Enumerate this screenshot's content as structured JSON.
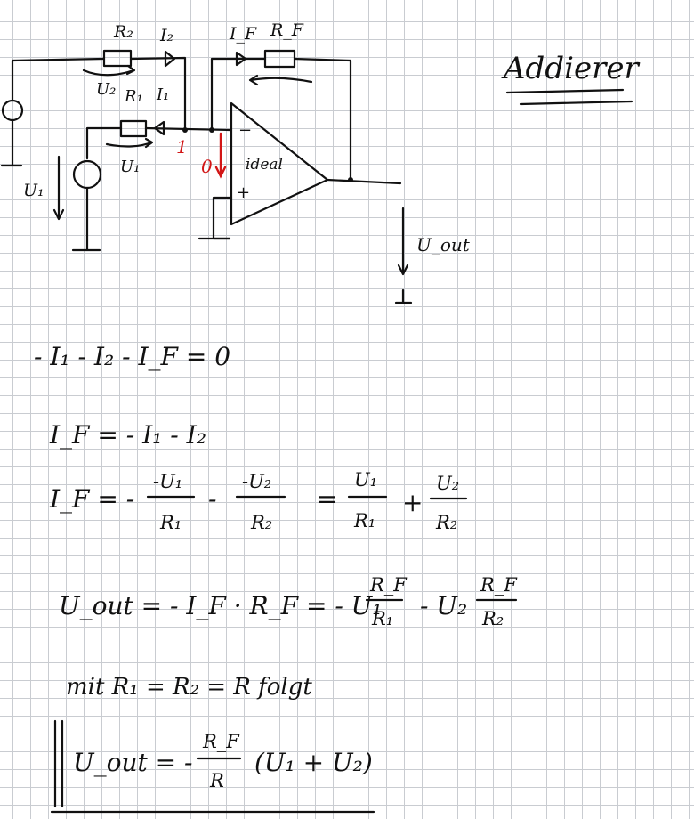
{
  "title": "Addierer",
  "circuit": {
    "r2": "R₂",
    "i2": "I₂",
    "u2": "U₂",
    "r1": "R₁",
    "i1": "I₁",
    "u1_top": "U₁",
    "u1_left": "U₁",
    "if_label": "I_F",
    "rf_label": "R_F",
    "opamp_label": "ideal",
    "plus": "+",
    "minus": "−",
    "red_one": "1",
    "red_zero": "0",
    "uout": "U_out"
  },
  "equations": {
    "eq1": "- I₁ - I₂ - I_F = 0",
    "eq2": "I_F = - I₁ - I₂",
    "eq3_lhs": "I_F = -",
    "eq3_n1": "-U₁",
    "eq3_d1": "R₁",
    "eq3_minus": "-",
    "eq3_n2": "-U₂",
    "eq3_d2": "R₂",
    "eq3_eq": "=",
    "eq3_n3": "U₁",
    "eq3_d3": "R₁",
    "eq3_plus": "+",
    "eq3_n4": "U₂",
    "eq3_d4": "R₂",
    "eq4_lhs": "U_out = - I_F · R_F = - U₁",
    "eq4_n1": "R_F",
    "eq4_d1": "R₁",
    "eq4_mid": "- U₂",
    "eq4_n2": "R_F",
    "eq4_d2": "R₂",
    "eq5": "mit R₁ = R₂ = R folgt",
    "eq6_lhs": "U_out = -",
    "eq6_num": "R_F",
    "eq6_den": "R",
    "eq6_rhs": "(U₁ + U₂)"
  }
}
